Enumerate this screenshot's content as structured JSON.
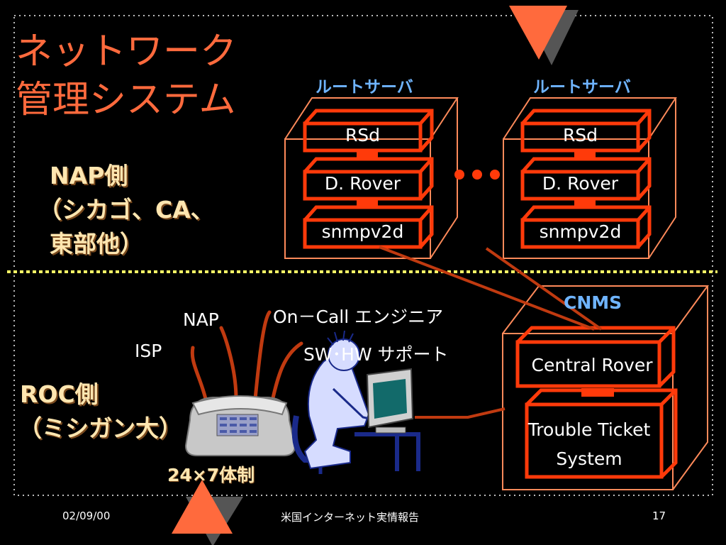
{
  "slide": {
    "title_line1": "ネットワーク",
    "title_line2": "管理システム",
    "nap_side": {
      "line1": "NAP側",
      "line2": "（シカゴ、CA、",
      "line3": "東部他）"
    },
    "roc_side": {
      "line1": "ROC側",
      "line2": "（ミシガン大）"
    },
    "root_servers": [
      {
        "label": "ルートサーバ",
        "modules": [
          "RSd",
          "D. Rover",
          "snmpv2d"
        ]
      },
      {
        "label": "ルートサーバ",
        "modules": [
          "RSd",
          "D. Rover",
          "snmpv2d"
        ]
      }
    ],
    "cnms": {
      "label": "CNMS",
      "modules": [
        "Central Rover",
        "Trouble Ticket",
        "System"
      ]
    },
    "phone_links": {
      "isp": "ISP",
      "nap": "NAP",
      "on_call": "On－Call エンジニア",
      "support": "SW･HW サポート",
      "hours": "24×7体制"
    },
    "footer": {
      "date": "02/09/00",
      "center": "米国インターネット実情報告",
      "page": "17"
    },
    "colors": {
      "accent": "#ff6a3d",
      "box_stroke": "#ff8a5a",
      "module_stroke": "#ff3a0a",
      "label_blue": "#6fb4ff",
      "divider": "#ffff66",
      "cable": "#c03a10"
    }
  }
}
